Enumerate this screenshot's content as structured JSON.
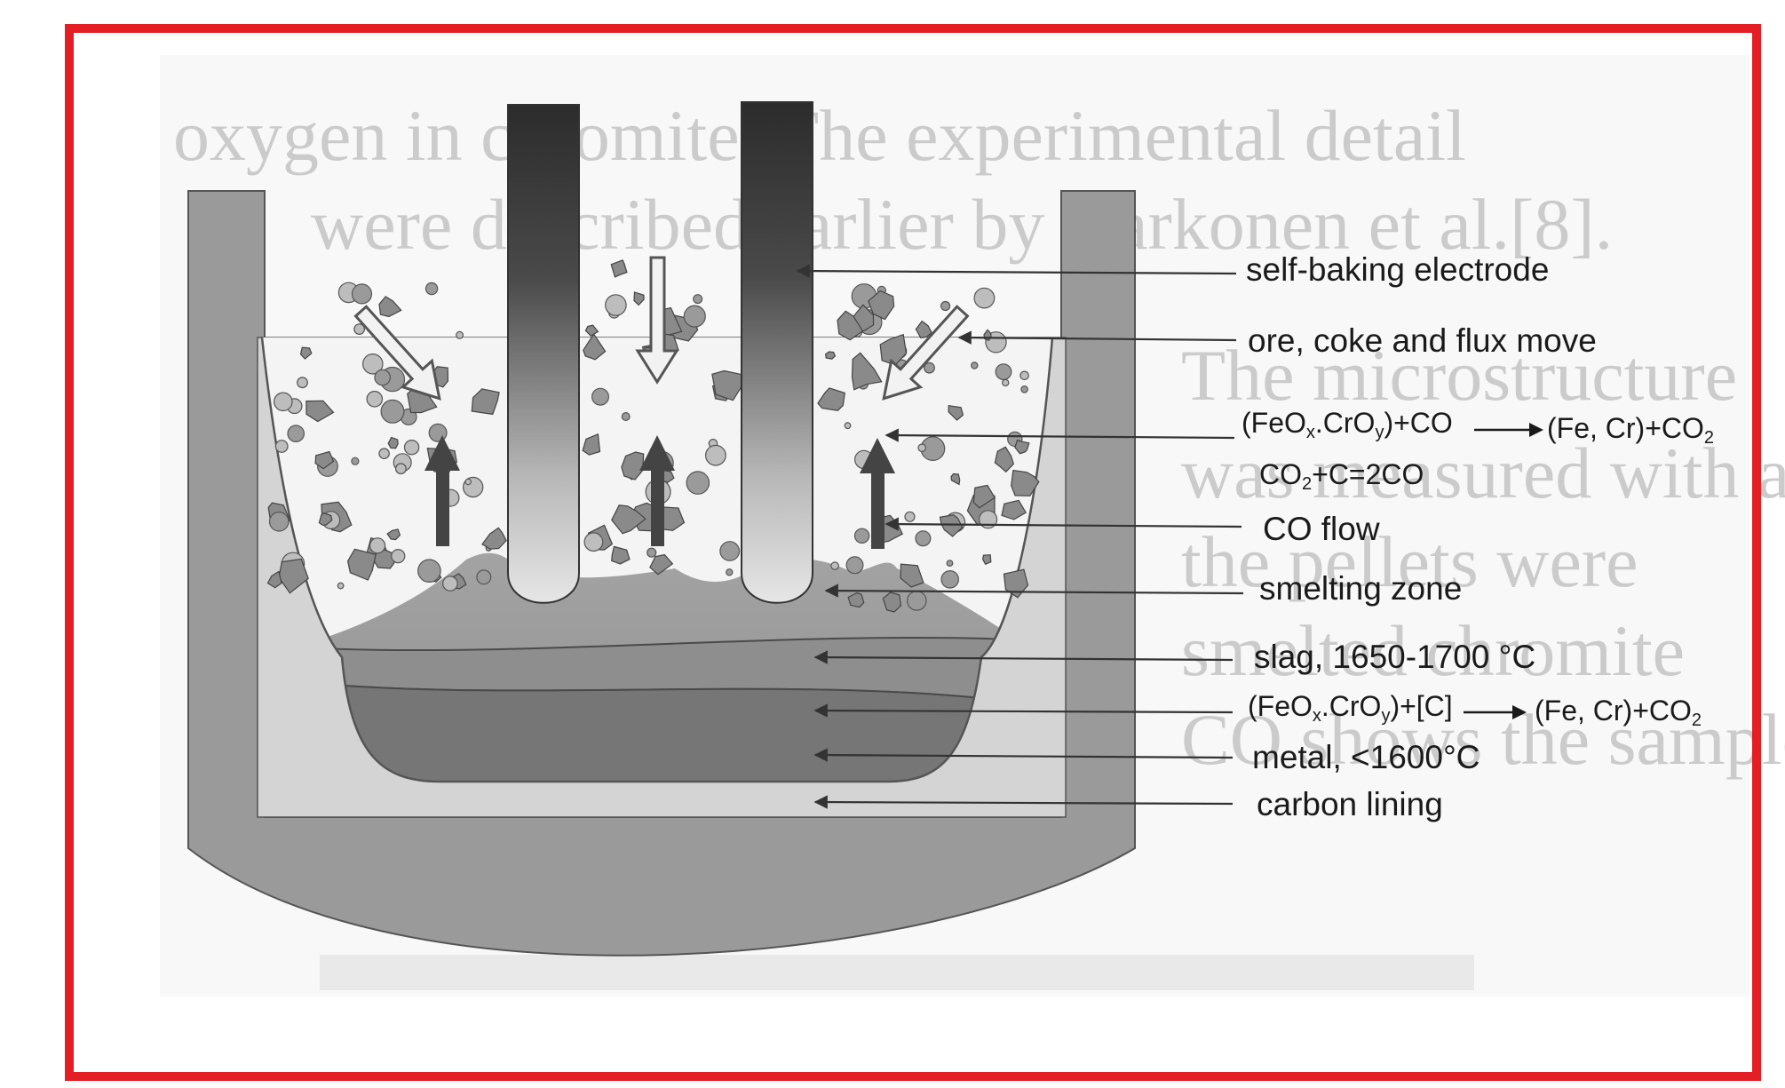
{
  "labels": {
    "electrode": "self-baking electrode",
    "charge_move": "ore, coke and flux move",
    "co_flow": "CO flow",
    "smelting_zone": "smelting zone",
    "slag": "slag, 1650-1700 °C",
    "metal": "metal, <1600°C",
    "lining": "carbon lining"
  },
  "equations": {
    "gas_reduction": {
      "left_a": "(FeO",
      "left_a_sub": "x",
      "left_b": ".CrO",
      "left_b_sub": "y",
      "left_c": ")+CO",
      "right_a": "(Fe, Cr)+CO",
      "right_a_sub": "2"
    },
    "boudouard": {
      "a": "CO",
      "a_sub": "2",
      "b": "+C=2CO"
    },
    "carbon_reduction": {
      "left_a": "(FeO",
      "left_a_sub": "x",
      "left_b": ".CrO",
      "left_b_sub": "y",
      "left_c": ")+[C]",
      "right_a": "(Fe, Cr)+CO",
      "right_a_sub": "2"
    }
  },
  "background_text": [
    "oxygen  in  chromite.  The  experimental  detail",
    "were described earlier by Karkonen et al.[8].",
    "The microstructure",
    "was  measured  with  a",
    "the  pellets  were",
    "smelted  chromite",
    "CO  shows  the  samples"
  ],
  "colors": {
    "frame": "#e41e25",
    "furnace_shell": "#9a9a9a",
    "lining": "#d4d4d4",
    "slag": "#8e8e8e",
    "metal": "#767676",
    "charge": "#f4f4f4",
    "particle": "#8a8a8a",
    "leader": "#333333"
  },
  "icons": [
    "down-arrow-icon",
    "up-arrow-icon",
    "equation-arrow-icon"
  ]
}
